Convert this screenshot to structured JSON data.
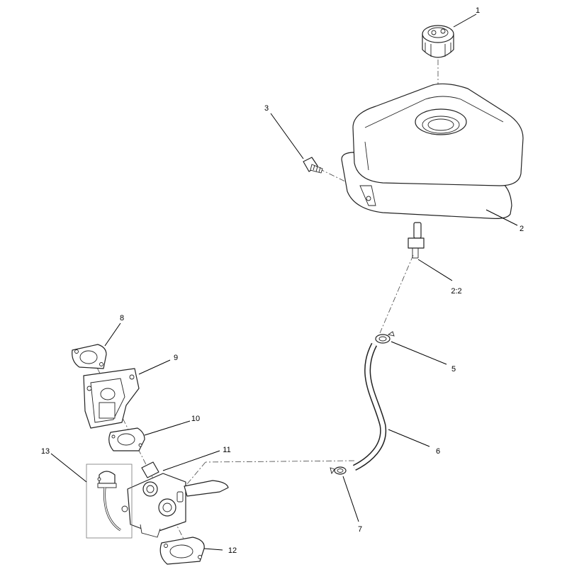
{
  "callouts": [
    {
      "id": "1",
      "label": "1"
    },
    {
      "id": "2",
      "label": "2"
    },
    {
      "id": "3",
      "label": "3"
    },
    {
      "id": "2-2",
      "label": "2:2"
    },
    {
      "id": "5",
      "label": "5"
    },
    {
      "id": "6",
      "label": "6"
    },
    {
      "id": "7",
      "label": "7"
    },
    {
      "id": "8",
      "label": "8"
    },
    {
      "id": "9",
      "label": "9"
    },
    {
      "id": "10",
      "label": "10"
    },
    {
      "id": "11",
      "label": "11"
    },
    {
      "id": "12",
      "label": "12"
    },
    {
      "id": "13",
      "label": "13"
    }
  ]
}
